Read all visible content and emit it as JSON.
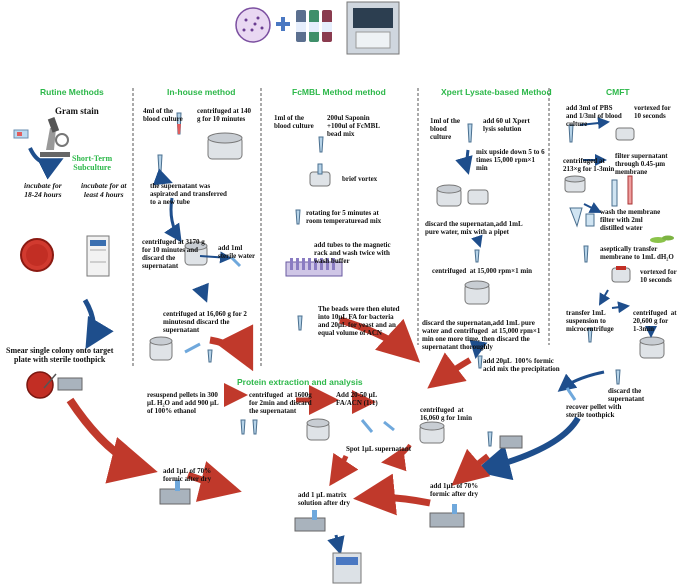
{
  "colors": {
    "header_green": "#2db84a",
    "blue_arrow": "#1e4e8c",
    "red_arrow": "#c0392b",
    "text": "#111111"
  },
  "headers": {
    "routine": "Rutine Methods",
    "inhouse": "In-house method",
    "fcmbl": "FcMBL Method method",
    "xpert": "Xpert Lysate-based Method",
    "cmft": "CMFT",
    "protein": "Protein extraction and analysis"
  },
  "routine": {
    "gram_stain": "Gram stain",
    "short_term": "Short-Term\nSubculture",
    "incubate_18": "incubate for\n18-24 hours",
    "incubate_4": "incubate for at\nleast 4 hours",
    "smear": "Smear single colony onto target\nplate with sterile toothpick",
    "add_formic": "add 1μL of 70%\nformic after dry"
  },
  "inhouse": {
    "step1": "4ml of the\nblood culture",
    "centrifuge140": "centrifuged at 140\ng for 10 minutes",
    "supernatant_aspirated": "the supernatant was\naspirated and transferred\nto a new tube",
    "centrifuge3170": "centrifuged at 3170 g\nfor 10 minutes and\ndiscard the\nsupernatant",
    "add_water": "add 1ml\nsterile water",
    "centrifuge16060": "centrifuged at 16,060 g for 2\nminutesnd discard the\nsupernatant"
  },
  "fcmbl": {
    "step1": "1ml of the\nblood culture",
    "saponin": "200ul Saponin\n+100ul of FcMBL\nbead mix",
    "vortex": "brief vortex",
    "rotating": "rotating for 5 minutes at\nroom temperaturead mix",
    "magnetic": "add tubes to the magnetic\nrack and wash twice with\nwash buffer",
    "eluted": "The beads were then eluted\ninto 10μL FA for bacteria\nand 20μL for yeast and an\nequal volume of ACN"
  },
  "xpert": {
    "step1": "1ml of the\nblood\nculture",
    "add_lysis": "add 60 ul Xpert\nlysis solution",
    "mix": "mix upside down 5 to 6\ntimes 15,000 rpm×1\nmin",
    "discard1": "discard the supernatan,add 1mL\npure water, mix with a pipet",
    "centrifuge": "centrifuged  at 15,000 rpm×1 min",
    "discard2": "discard the supernatan,add 1mL pure\nwater and centrifuged  at 15,000 rpm×1\nmin one more time, then discard the\nsupernatant thoroughly",
    "add_formic": "add 20μL  100% formic\nacid mix the precipitation"
  },
  "cmft": {
    "add_pbs": "add 3ml of PBS\nand 1/3ml of blood\nculture",
    "vortex10": "vortexed for\n10 seconds",
    "centrifuge213": "centrifuged at\n213×g for 1-3min",
    "filter": "filter supernatant\nthrough 0.45-μm\nmembrane",
    "wash_membrane": "wash the membrane\nfilter with 2ml\ndistilled water",
    "aseptic": "aseptically transfer\nmembrane to 1mL dH₂O",
    "vortex10b": "vortexed for\n10 seconds",
    "transfer": "transfer 1mL\nsuspension to\nmicrocentrifuge",
    "centrifuge20600": "centrifuged  at\n20,600 g for\n1-3min",
    "discard": "discard the\nsupernatant",
    "recover": "recover pellet with\nsterile toothpick"
  },
  "protein": {
    "resuspend": "resuspend pellets in 300\nμL H₂O and add 900 μL\nof 100% ethanol",
    "centrifuge1600": "centrifuged  at 1600g\nfor 2min and discard\nthe supernatant",
    "add_fa_acn": "Add 20-50 μL\nFA/ACN (1:1)",
    "centrifuge16060": "centrifuged  at\n16,060 g for 1min",
    "spot": "Spot 1μL supernatant",
    "add_formic": "add 1μL of 70%\nformic after dry",
    "matrix": "add 1 μL matrix\nsolution after dry"
  }
}
